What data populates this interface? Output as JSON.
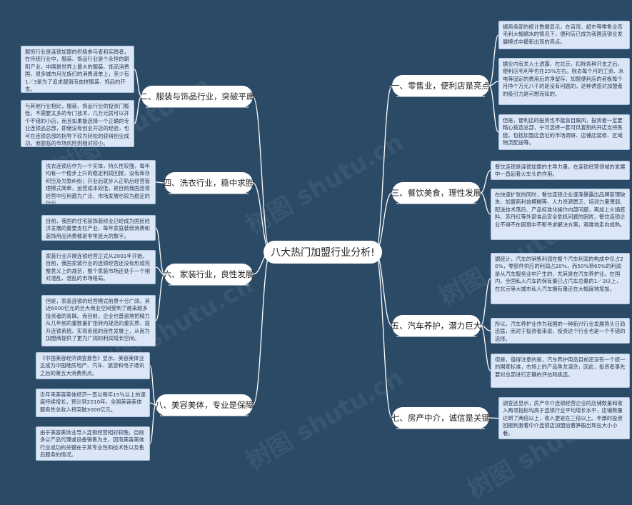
{
  "center": {
    "title": "八大热门加盟行业分析!"
  },
  "branches": [
    {
      "title": "一、零售业，便利店是亮点",
      "leaves": [
        "据商务部的统计数据显示，在百货、超市等零售业态毛利大幅缩水的情况下，便利店已成为我国连锁业发展模式中最新出现的亮点。",
        "据业内有关人士透露，在北京，扣除各种开支之后，便利店毛利率也在25%左右。除去每个月的工资、水电等固定的费用后的净留存，加盟便利店的老板每个月挣个万元八千的是没有问题的，这种诱惑对加盟者的吸引力是可想而知的。",
        "但是，便利店的投资也不能盲目跟风，投资者一定要精心挑选总部，宁可选择一套可供复制的开店支持系统，包括加盟店选址的市场调研、店铺店装修、区域物流配送等。"
      ]
    },
    {
      "title": "二、服装与饰品行业，突破平庸",
      "leaves": [
        "服饰行业是连锁加盟的积极参与者和实践者，在传统行业中，服装、饰品行业是个永恒的朝阳产业。中国是世界上最大的服装、饰品消费国，很多城市月光族们的消费清单上，至少有1／3是为了追求靓丽而血拼服装、饰品的开支。",
        "与其他行业相比，服装、饰品行业的投资门槛低，不需要太多的专门技术，几万元就可以开个不错的小店，而且如果能选择一个正确的专业连锁品总部，即使没有创业开店的经验，也可在连锁总部的指导下较为轻松的获得创业成功，而面临的市场风险则相对较小。"
      ]
    },
    {
      "title": "三、餐饮美食，理性发展",
      "leaves": [
        "餐饮连锁是连锁加盟的主导力量，在连锁经营领域的发展中一直起着火车头的作用。",
        "在快速扩张的同时，餐饮连锁企业逐渐暴露出品牌管理缺失、加盟商利益模糊等、人力资源匮乏、培训力量薄弱、配送技术落后、产品标准化操作内部问题，再加上火锅底料、苏丹红等外部食品安全危机问题的困扰，餐饮连锁企业不得不在困境中不断寻求解决方案，艰难地走向成熟。"
      ]
    },
    {
      "title": "四、洗衣行业，稳中求胜",
      "leaves": [
        "洗衣连锁店作为一个实体，持久性较强，每年均有一个稳步上升的稳定利润回报，没有库存积压及欠款纠纷；开业后就步入正轨后经营管理模式简单，运营成本较低，是目前我国连锁经营中应用最为广泛、市场发展也较为稳定的行业。"
      ]
    },
    {
      "title": "五、汽车养护，潜力巨大",
      "leaves": [
        "据统计，汽车的销售利润在整个汽车利润的构成中仅占20%，零部件供应的利润占20%，而50%到60%的利润是从汽车服务业中产生的，尤其是在汽车养护业。在国内，全国私人汽车的保有量已占汽车总量的1／3以上，在北京等大城市私人汽车拥有量还在大幅度地增加。",
        "所以，汽车养护业作为我国的一种新兴行业发展势头日趋迅猛，而对于投资者来说，投资这个行业也是一个不错的选择。",
        "但是，值得注意的是，汽车养护用品目前还没有一个统一的国家标准，市场上的产品鱼龙混杂，因此，投资者事先要对总部进行正确的评估和挑选。"
      ]
    },
    {
      "title": "六、家装行业，良性发展",
      "leaves": [
        "目前，我国的住宅装饰装修业已经成为国民经济发展的重要支柱产业，每年家庭装修消费和装饰用品消费都是非常庞大的数字。",
        "家装行业开展连锁经营正式从2001年开始。目前，我国家装行业的连锁经营还没有形成完整意义上的规范，整个家装市场还处于一个相对混乱、混乱的市场格局。",
        "但是，家装连锁的经营模式前景十分广阔，其近6000亿元的巨大商业空间受到了越来越多投资者的青睐。而目前，企业也普遍地把精力从几年前的重数量扩张转向规范的重实质、提升连锁系统、实现系统的良性发展上，从而为加盟商提供了更为广阔的利润增长空间。"
      ]
    },
    {
      "title": "七、房产中介，诚信是关键",
      "leaves": [
        "调查还显示，房产中介连锁经营企业的店铺数量和收入两项指标均高于连锁行业平均增长水平，店铺数量达到了两倍以上，收入更是在三倍以上。丰厚的投资回报刺激着中介连锁店加盟后春笋般出现在大小小巷。"
      ]
    },
    {
      "title": "八、美容美体，专业是保障",
      "leaves": [
        "《中国美容经济调查报告》显示，美容美体业正成为中国继房地产、汽车、旅游和电子通讯之后的第五大消费热点。",
        "近年来美容美体经济一直以每年15％以上的速度持续增长，预计到2010年，全国美容美体服务性总收入将突破3000亿元。",
        "由于美容美体业导入连锁经营相对较晚，目前多以产品代理或设备销售为主，因而美容美体行业成功的关键在于其专业性和技术性以及售后服务的情况。"
      ]
    }
  ]
}
